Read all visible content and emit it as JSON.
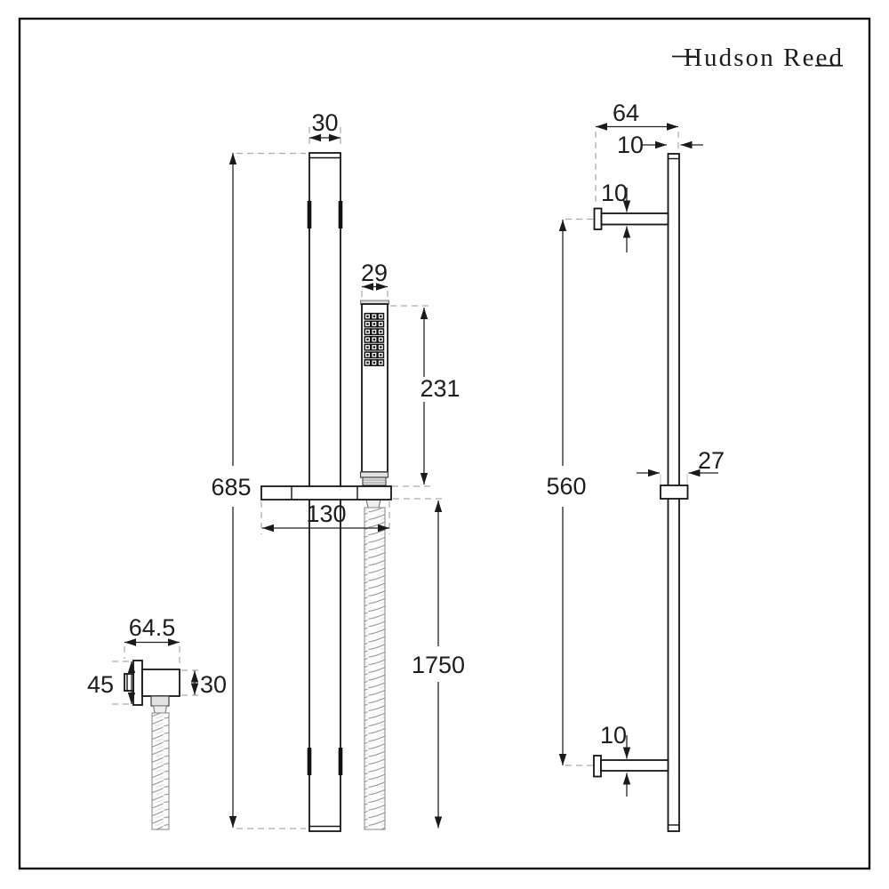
{
  "brand": {
    "name": "Hudson Reed"
  },
  "page": {
    "background": "#ffffff",
    "line_color": "#141414",
    "extension_line_color": "#ababab"
  },
  "front_view": {
    "rail_width": "30",
    "rail_length": "685",
    "handset_width": "29",
    "handset_length": "231",
    "slide_bracket_width": "130",
    "overall_height": "1750",
    "outlet_projection": "64.5",
    "outlet_plate_height": "45",
    "outlet_body_height": "30"
  },
  "side_view": {
    "bracket_projection": "64",
    "rail_depth": "10",
    "top_bracket_thickness": "10",
    "bracket_centres": "560",
    "slider_depth": "27",
    "bottom_bracket_thickness": "10"
  }
}
